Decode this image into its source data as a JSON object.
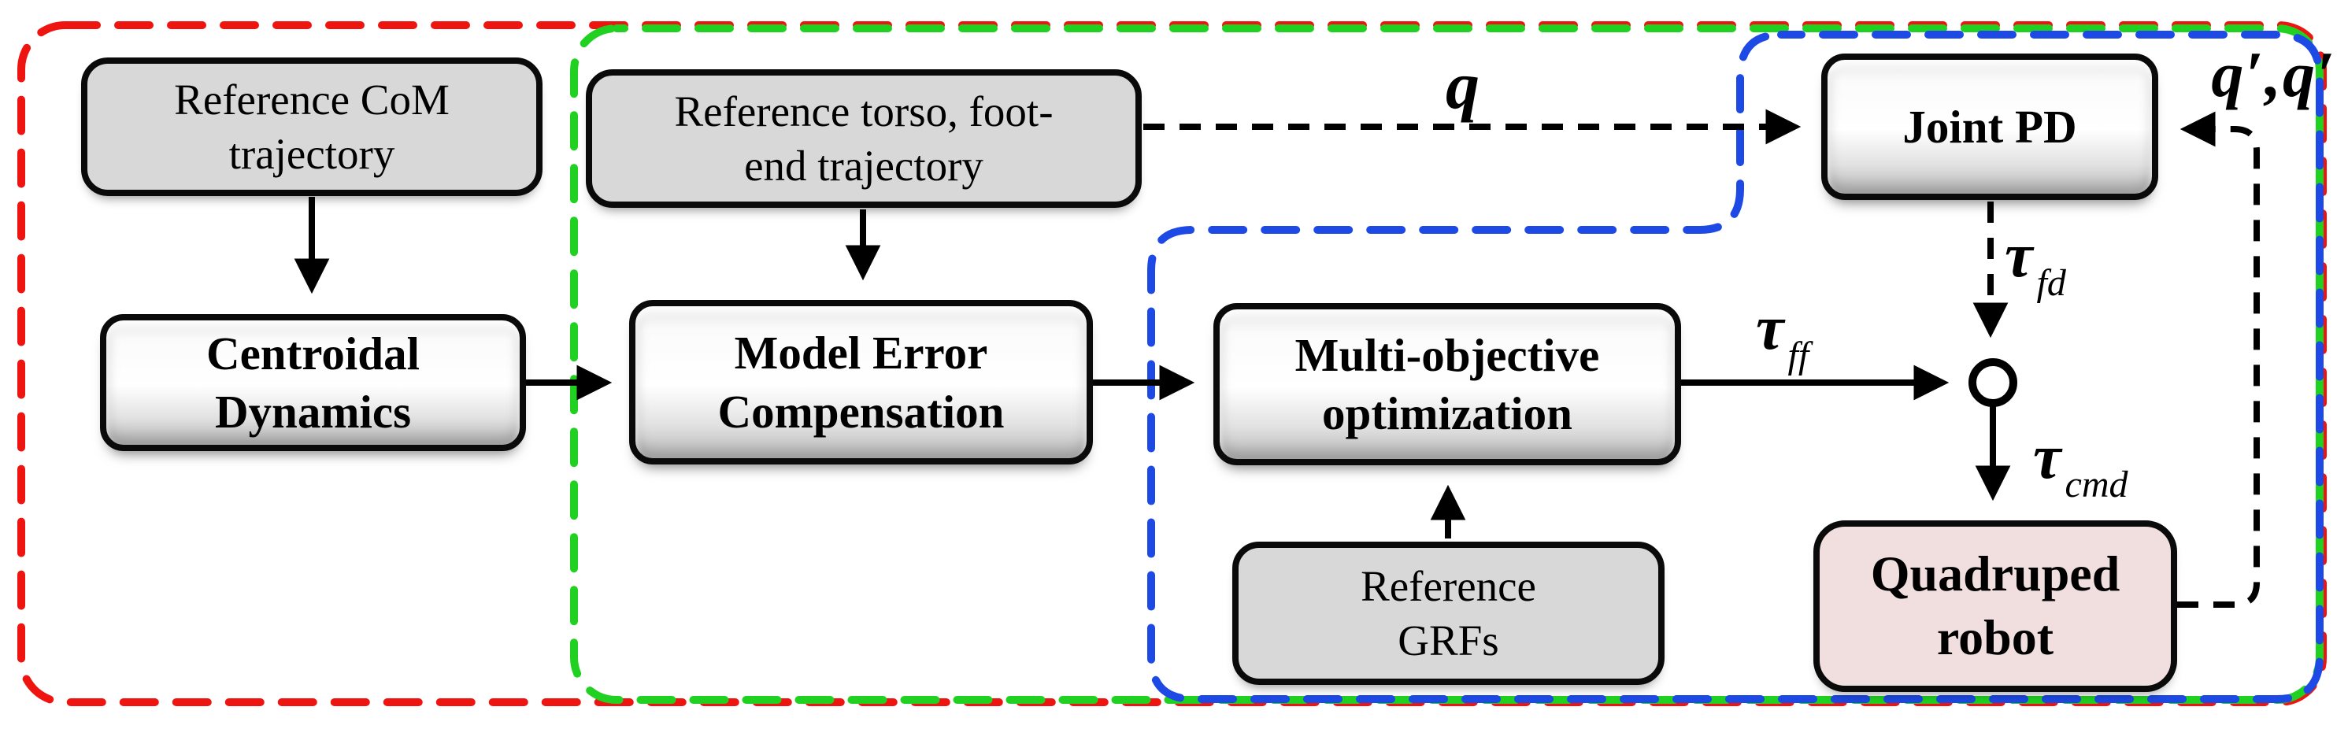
{
  "figure": {
    "type": "block-diagram",
    "boxes": {
      "reference_com": {
        "line1": "Reference CoM",
        "line2": "trajectory"
      },
      "reference_torso": {
        "line1": "Reference torso, foot-",
        "line2": "end trajectory"
      },
      "centroidal": {
        "line1": "Centroidal",
        "line2": "Dynamics"
      },
      "model_error": {
        "line1": "Model Error",
        "line2": "Compensation"
      },
      "multi_objective": {
        "line1": "Multi-objective",
        "line2": "optimization"
      },
      "reference_grfs": {
        "line1": "Reference",
        "line2": "GRFs"
      },
      "joint_pd": {
        "line1": "Joint PD"
      },
      "quadruped_robot": {
        "line1": "Quadruped",
        "line2": "robot"
      }
    },
    "labels": {
      "q": "q",
      "q_prime": "q′,q′",
      "tau_ff": {
        "base": "τ",
        "sub": "ff"
      },
      "tau_fd": {
        "base": "τ",
        "sub": "fd"
      },
      "tau_cmd": {
        "base": "τ",
        "sub": "cmd"
      }
    },
    "colors": {
      "red_region_border": "#ee1511",
      "green_region_border": "#21d121",
      "blue_region_border": "#1d49e5",
      "gray_box_fill": "#d8d8d8",
      "pink_box_fill": "#f1dede",
      "line_color": "#000000",
      "background": "#ffffff"
    }
  }
}
